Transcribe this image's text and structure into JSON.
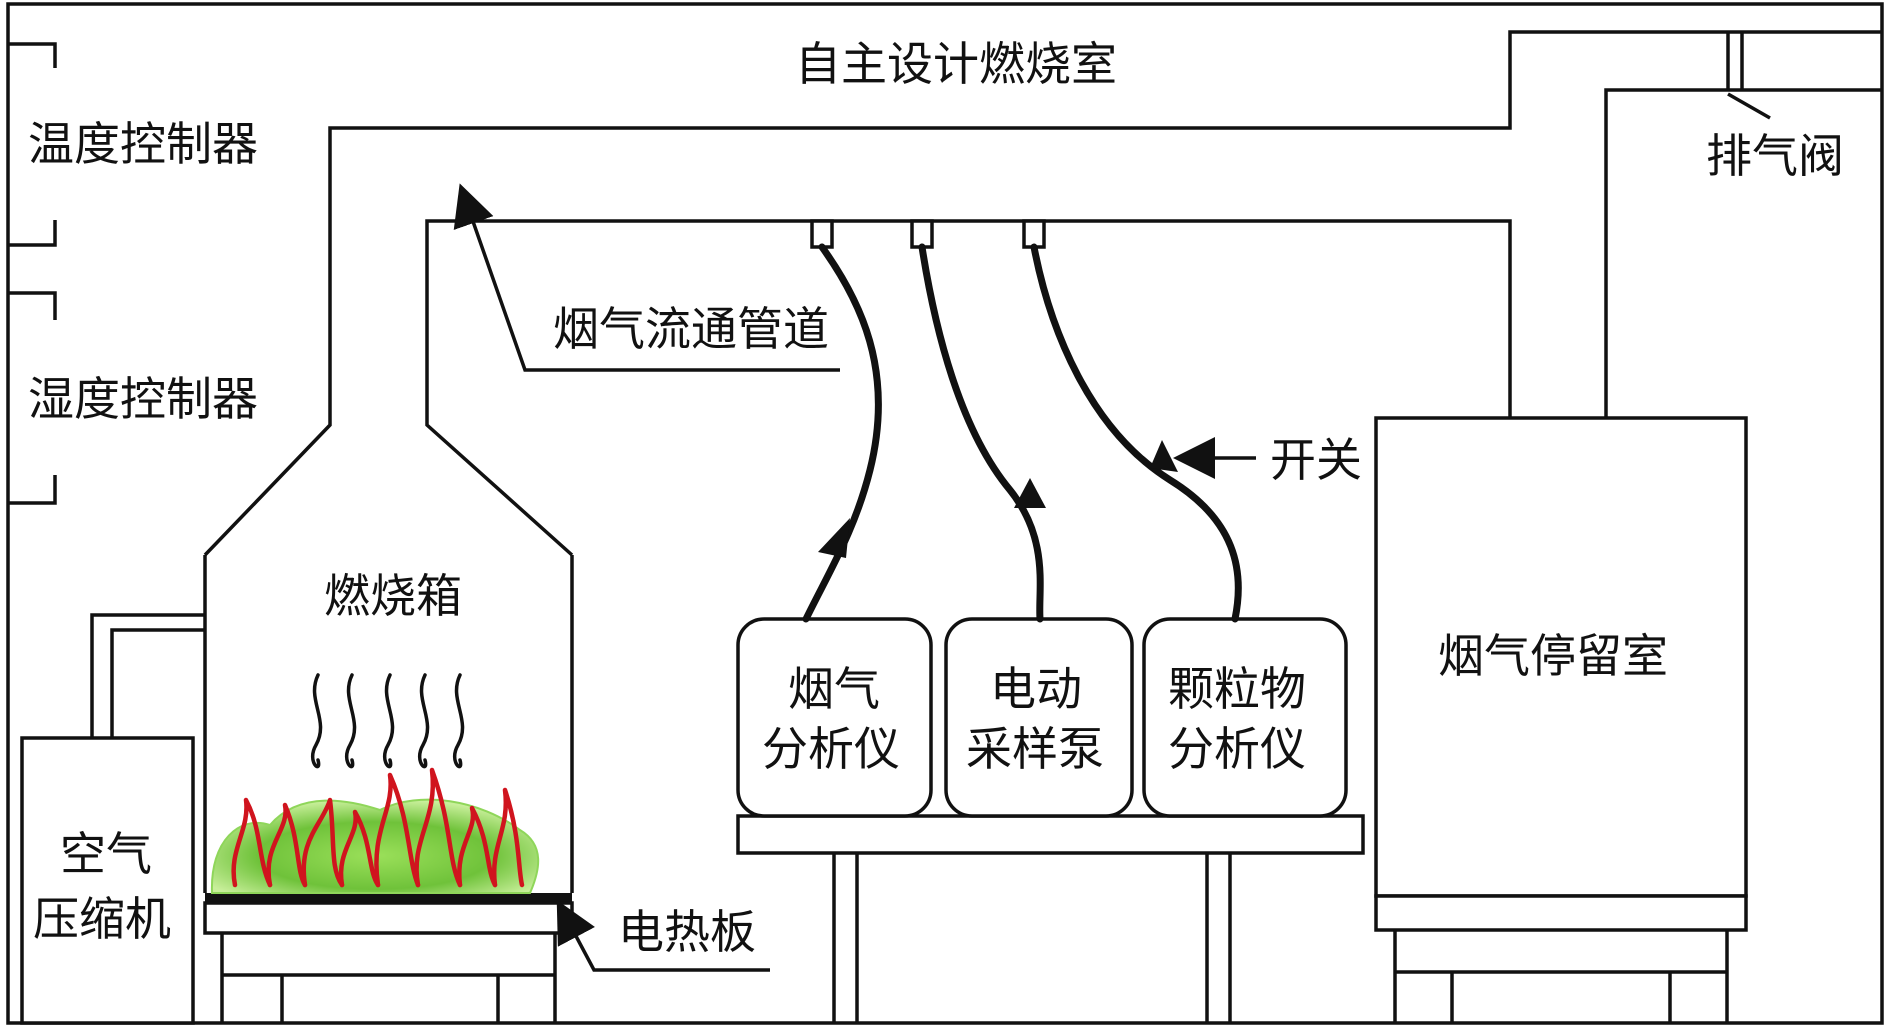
{
  "labels": {
    "chamber": "自主设计燃烧室",
    "temp_controller": "温度控制器",
    "humidity_controller": "湿度控制器",
    "flue_pipe": "烟气流通管道",
    "exhaust_valve": "排气阀",
    "switch": "开关",
    "combustion_box": "燃烧箱",
    "hot_plate": "电热板",
    "air_compressor_1": "空气",
    "air_compressor_2": "压缩机",
    "gas_analyzer_1": "烟气",
    "gas_analyzer_2": "分析仪",
    "sampling_pump_1": "电动",
    "sampling_pump_2": "采样泵",
    "particle_analyzer_1": "颗粒物",
    "particle_analyzer_2": "分析仪",
    "residence_chamber": "烟气停留室"
  },
  "colors": {
    "line": "#111111",
    "flame": "#d0141e",
    "grass": "#7ac943",
    "background": "#ffffff"
  }
}
